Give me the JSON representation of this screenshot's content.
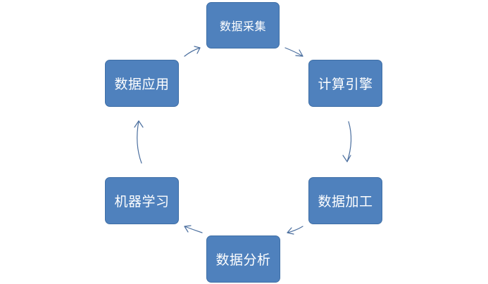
{
  "nodes": [
    {
      "id": "collect",
      "label": "数据采集"
    },
    {
      "id": "engine",
      "label": "计算引擎"
    },
    {
      "id": "process",
      "label": "数据加工"
    },
    {
      "id": "analyze",
      "label": "数据分析"
    },
    {
      "id": "ml",
      "label": "机器学习"
    },
    {
      "id": "apply",
      "label": "数据应用"
    }
  ],
  "edges": [
    {
      "from": "collect",
      "to": "engine"
    },
    {
      "from": "engine",
      "to": "process"
    },
    {
      "from": "process",
      "to": "analyze"
    },
    {
      "from": "analyze",
      "to": "ml"
    },
    {
      "from": "ml",
      "to": "apply"
    },
    {
      "from": "apply",
      "to": "collect"
    }
  ],
  "colors": {
    "node_fill": "#4f81bd",
    "node_text": "#ffffff",
    "arrow": "#4a6e9e"
  }
}
